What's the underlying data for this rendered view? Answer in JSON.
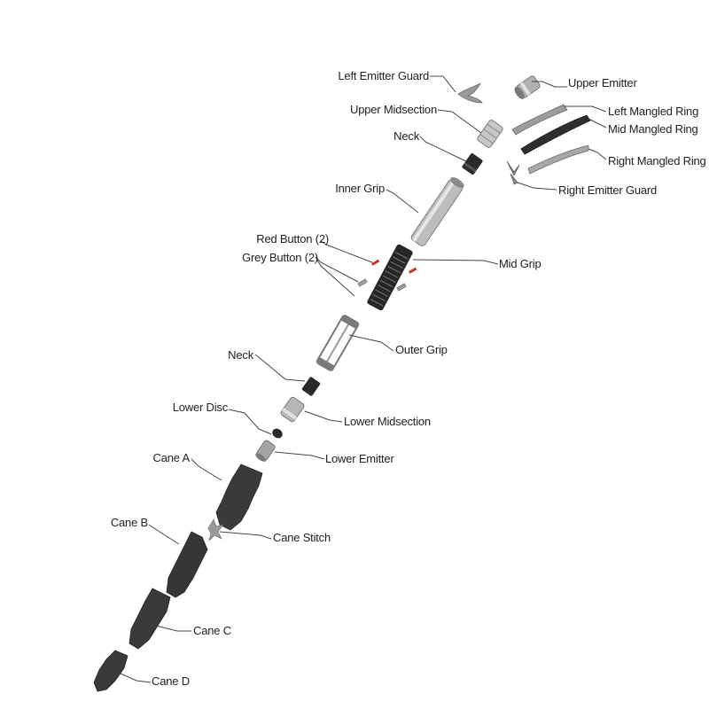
{
  "diagram": {
    "colors": {
      "background": "#ffffff",
      "text": "#222222",
      "leader": "#444444",
      "metal_light": "#c8c8c8",
      "metal_mid": "#9a9a9a",
      "metal_dark": "#5a5a5a",
      "part_black": "#2a2a2a",
      "cane": "#3a3a3a",
      "button_red": "#c0392b"
    },
    "labels": {
      "left_emitter_guard": "Left Emitter Guard",
      "upper_emitter": "Upper Emitter",
      "upper_midsection": "Upper Midsection",
      "left_mangled_ring": "Left Mangled Ring",
      "mid_mangled_ring": "Mid Mangled Ring",
      "neck_upper": "Neck",
      "right_mangled_ring": "Right Mangled Ring",
      "right_emitter_guard": "Right Emitter Guard",
      "inner_grip": "Inner Grip",
      "red_button": "Red Button (2)",
      "grey_button": "Grey Button (2)",
      "mid_grip": "Mid Grip",
      "outer_grip": "Outer Grip",
      "neck_lower": "Neck",
      "lower_disc": "Lower Disc",
      "lower_midsection": "Lower Midsection",
      "lower_emitter": "Lower Emitter",
      "cane_a": "Cane A",
      "cane_b": "Cane B",
      "cane_stitch": "Cane Stitch",
      "cane_c": "Cane C",
      "cane_d": "Cane D"
    }
  }
}
